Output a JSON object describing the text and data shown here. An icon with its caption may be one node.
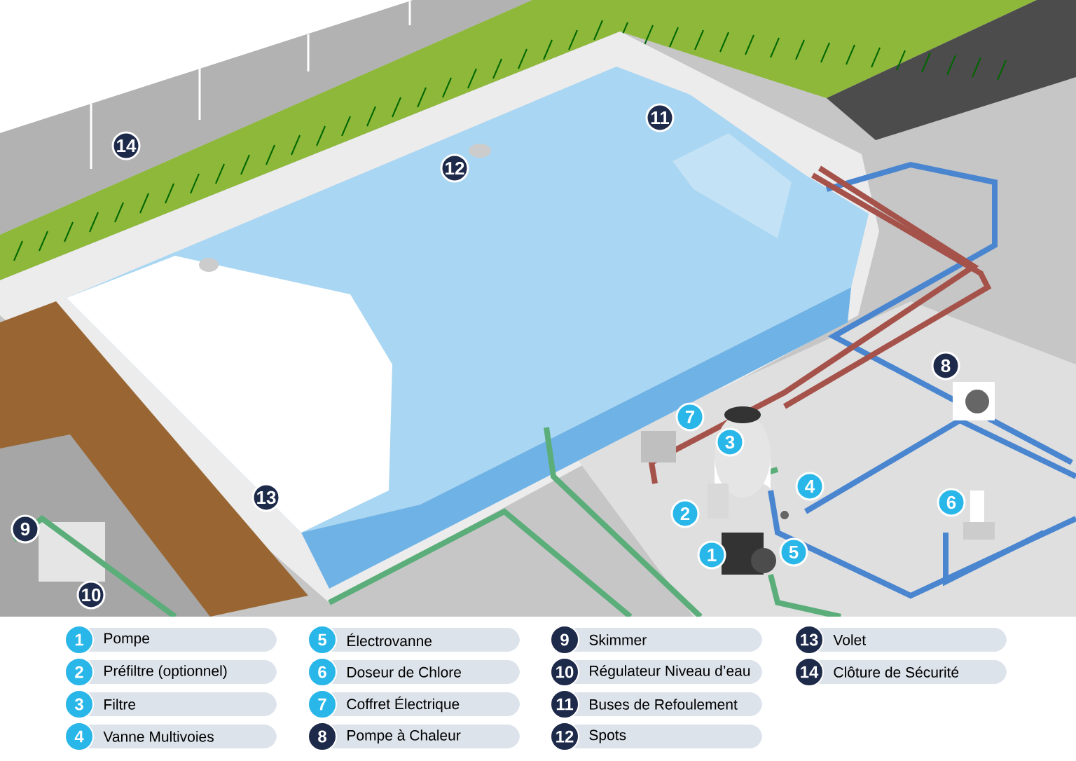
{
  "diagram": {
    "labels": [
      "11",
      "14",
      "12",
      "8",
      "7",
      "3",
      "4",
      "13",
      "6",
      "2",
      "9",
      "1",
      "5",
      "10",
      "1",
      "Pompe",
      "5",
      "Électrovanne",
      "9",
      "Skimmer",
      "13",
      "Volet",
      "2",
      "Préfiltre (optionnel)",
      "6",
      "Doseur de Chlore",
      "10",
      "Régulateur Niveau d’eau",
      "14",
      "Clôture de Sécurité",
      "3",
      "Filtre",
      "7",
      "Coffret Électrique",
      "11",
      "Buses de Refoulement",
      "4",
      "Vanne Multivoies",
      "8",
      "Pompe à Chaleur",
      "12",
      "Spots"
    ]
  }
}
